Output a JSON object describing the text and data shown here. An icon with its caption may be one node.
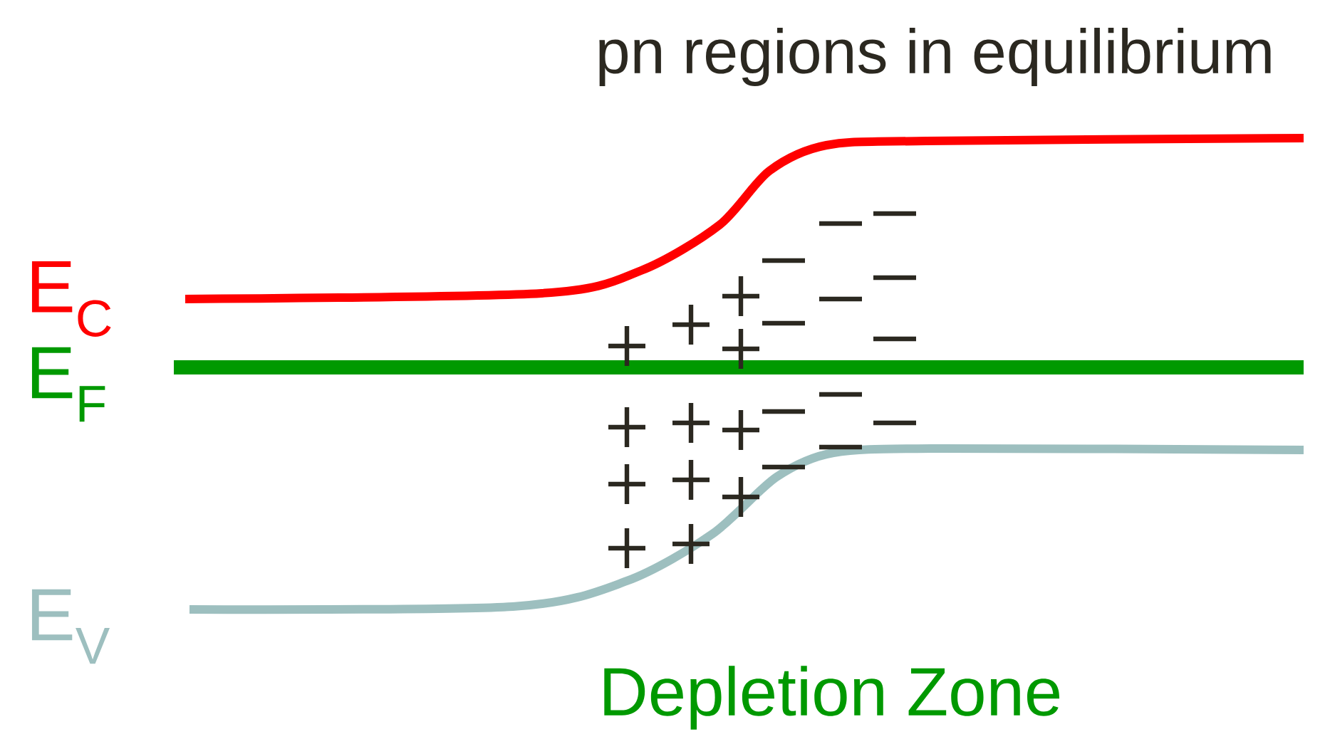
{
  "diagram": {
    "title": "pn regions in equilibrium",
    "labels": [
      "E$_{C}$",
      "E$_{F}$",
      "E$_{V}$",
      "Depletion Zone"
    ]
  }
}
